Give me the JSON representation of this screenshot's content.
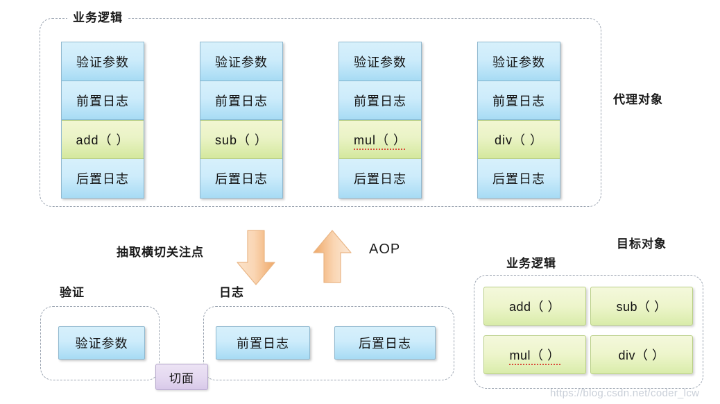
{
  "diagram": {
    "title_note": "Spring AOP proxy vs target object diagram",
    "proxy_section": {
      "group_label": "业务逻辑",
      "side_label": "代理对象",
      "columns": [
        {
          "method": "add（ ）",
          "misspelled": false,
          "cells": [
            "验证参数",
            "前置日志",
            "add（ ）",
            "后置日志"
          ]
        },
        {
          "method": "sub（ ）",
          "misspelled": false,
          "cells": [
            "验证参数",
            "前置日志",
            "sub（ ）",
            "后置日志"
          ]
        },
        {
          "method": "mul（ ）",
          "misspelled": true,
          "cells": [
            "验证参数",
            "前置日志",
            "mul（ ）",
            "后置日志"
          ]
        },
        {
          "method": "div（ ）",
          "misspelled": false,
          "cells": [
            "验证参数",
            "前置日志",
            "div（ ）",
            "后置日志"
          ]
        }
      ]
    },
    "middle": {
      "extract_label": "抽取横切关注点",
      "aop_label": "AOP",
      "down_arrow_color": "#f5c28f",
      "up_arrow_color": "#f5c28f"
    },
    "aspect_section": {
      "chip_label": "切面",
      "validate_group": {
        "label": "验证",
        "items": [
          "验证参数"
        ]
      },
      "log_group": {
        "label": "日志",
        "items": [
          "前置日志",
          "后置日志"
        ]
      }
    },
    "target_section": {
      "side_label": "目标对象",
      "group_label": "业务逻辑",
      "methods": [
        {
          "label": "add（ ）",
          "misspelled": false
        },
        {
          "label": "sub（ ）",
          "misspelled": false
        },
        {
          "label": "mul（ ）",
          "misspelled": true
        },
        {
          "label": "div（ ）",
          "misspelled": false
        }
      ]
    },
    "watermark": "https://blog.csdn.net/coder_lcw",
    "colors": {
      "blue_fill": "#cdecfb",
      "blue_border": "#8fb8cf",
      "green_fill": "#edf5cb",
      "green_border": "#b9cf86",
      "purple_fill": "#e4d8f0",
      "arrow_orange": "#f5c28f",
      "dashed_border": "#9aa3b0"
    }
  }
}
